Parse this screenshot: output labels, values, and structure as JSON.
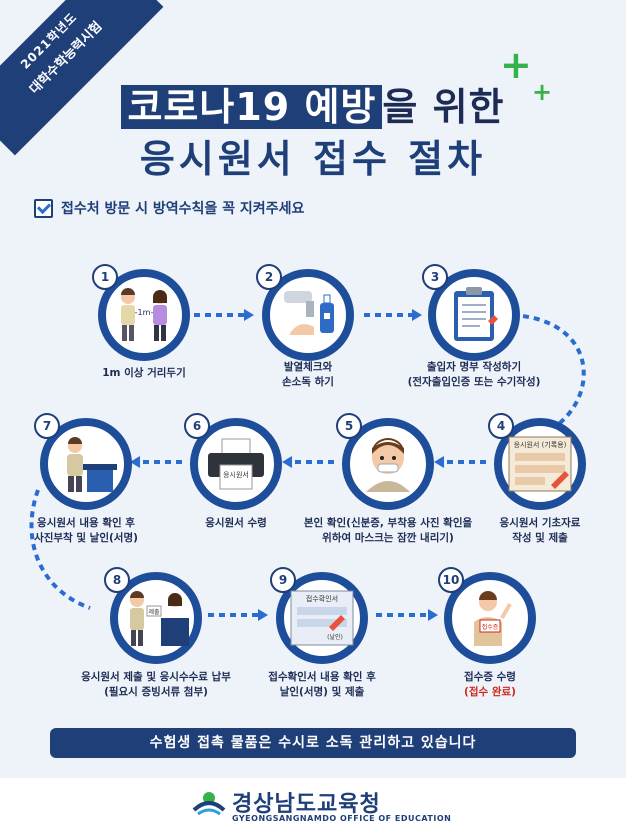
{
  "ribbon": {
    "line1": "2021학년도",
    "line2": "대학수학능력시험"
  },
  "title": {
    "highlight": "코로나19 예방",
    "rest": "을 위한",
    "line2": "응시원서 접수 절차"
  },
  "notice": "접수처 방문 시 방역수칙을 꼭 지켜주세요",
  "steps": [
    {
      "num": "1",
      "caption": "1m 이상 거리두기",
      "icon": "distance-icon",
      "icon_text": "-1m-"
    },
    {
      "num": "2",
      "caption_l1": "발열체크와",
      "caption_l2": "손소독 하기",
      "icon": "thermometer-sanitizer-icon"
    },
    {
      "num": "3",
      "caption_l1": "출입자 명부 작성하기",
      "caption_l2": "(전자출입인증 또는 수기작성)",
      "icon": "clipboard-icon"
    },
    {
      "num": "4",
      "caption_l1": "응시원서 기초자료",
      "caption_l2": "작성 및 제출",
      "icon": "form-icon",
      "icon_text": "응시원서 (기록용)"
    },
    {
      "num": "5",
      "caption_l1": "본인 확인(신분증, 부착용 사진 확인을",
      "caption_l2": "위하여 마스크는 잠깐 내리기)",
      "icon": "face-icon"
    },
    {
      "num": "6",
      "caption": "응시원서 수령",
      "icon": "printer-icon",
      "icon_text": "응시원서"
    },
    {
      "num": "7",
      "caption_l1": "응시원서 내용 확인 후",
      "caption_l2": "사진부착 및 날인(서명)",
      "icon": "desk-person-icon"
    },
    {
      "num": "8",
      "caption_l1": "응시원서 제출 및 응시수수료 납부",
      "caption_l2": "(필요시 증빙서류 첨부)",
      "icon": "counter-icon",
      "icon_text": "제출"
    },
    {
      "num": "9",
      "caption_l1": "접수확인서 내용 확인 후",
      "caption_l2": "날인(서명) 및 제출",
      "icon": "confirmation-form-icon",
      "icon_text": "접수확인서",
      "icon_text2": "(날인)"
    },
    {
      "num": "10",
      "caption_l1": "접수증 수령",
      "caption_l2": "(접수 완료)",
      "icon": "receipt-person-icon",
      "icon_text": "접수증"
    }
  ],
  "bottom_bar": "수험생 접촉 물품은 수시로 소독 관리하고 있습니다",
  "footer": {
    "name": "경상남도교육청",
    "name_en": "GYEONGSANGNAMDO OFFICE OF EDUCATION"
  },
  "colors": {
    "navy": "#1f3f79",
    "ring": "#1e4e9a",
    "green": "#36b24a",
    "red": "#d0281f",
    "bg": "#eef3f9"
  }
}
